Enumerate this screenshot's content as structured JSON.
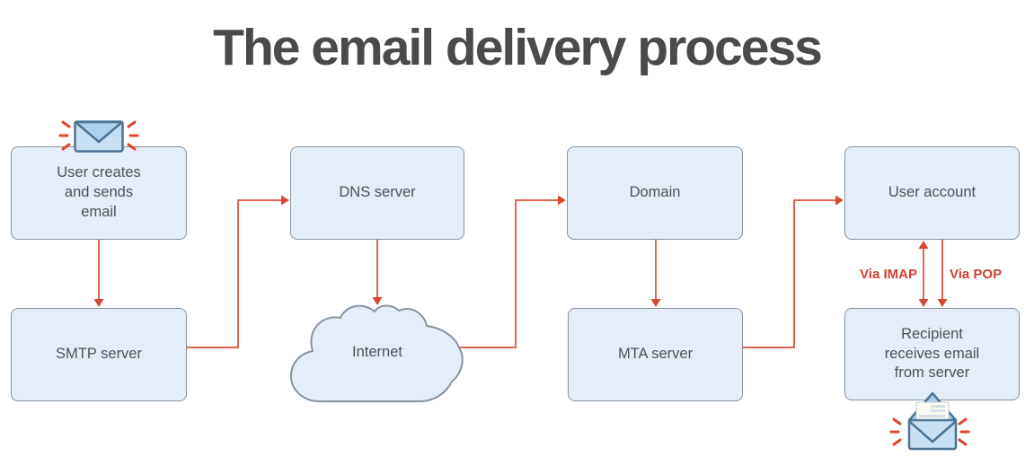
{
  "title": "The email delivery process",
  "nodes": {
    "user_creates": {
      "label": "User creates\nand sends\nemail"
    },
    "smtp": {
      "label": "SMTP server"
    },
    "dns": {
      "label": "DNS server"
    },
    "internet": {
      "label": "Internet"
    },
    "domain": {
      "label": "Domain"
    },
    "mta": {
      "label": "MTA server"
    },
    "user_account": {
      "label": "User account"
    },
    "recipient": {
      "label": "Recipient\nreceives email\nfrom server"
    }
  },
  "edge_labels": {
    "imap": "Via IMAP",
    "pop": "Via POP"
  },
  "icons": {
    "sent_email": "envelope-closed-icon",
    "received_email": "envelope-open-icon",
    "internet": "cloud-shape"
  },
  "colors": {
    "title_text": "#4a4a4c",
    "node_fill": "#e3eef8",
    "node_border": "#8693a1",
    "node_text": "#4e5257",
    "arrow_line": "#e16550",
    "arrow_head": "#d74733",
    "edge_label": "#ce4133",
    "envelope_fill": "#c9e0f2",
    "envelope_flap": "#aed0ea",
    "envelope_stroke": "#4d7494",
    "letter_fill": "#fbfbf1",
    "letter_line": "#d5dfe6",
    "spark": "#e1472e"
  }
}
